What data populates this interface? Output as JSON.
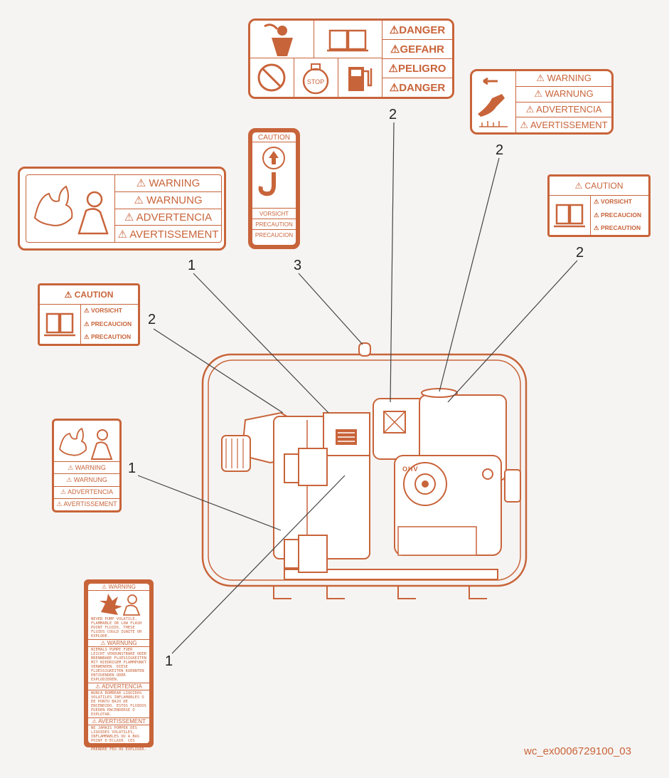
{
  "colors": {
    "accent": "#c8643a",
    "line": "#555555",
    "background": "#f6f4f2"
  },
  "callouts": {
    "c1a": "1",
    "c1b": "1",
    "c1c": "1",
    "c2a": "2",
    "c2b": "2",
    "c2c": "2",
    "c2d": "2",
    "c3": "3"
  },
  "decals": {
    "top": {
      "rows": [
        "⚠DANGER",
        "⚠GEFAHR",
        "⚠PELIGRO",
        "⚠DANGER"
      ],
      "icons": [
        "fire-hazard-icon",
        "manual-book-icon",
        "no-smoking-icon",
        "stop-icon",
        "fuel-pump-icon"
      ]
    },
    "top_right": {
      "rows": [
        "⚠ WARNING",
        "⚠ WARNUNG",
        "⚠ ADVERTENCIA",
        "⚠ AVERTISSEMENT"
      ]
    },
    "lift": {
      "header": "CAUTION",
      "rows": [
        "VORSICHT",
        "PRECAUTION",
        "PRECAUCION"
      ]
    },
    "left_warning": {
      "rows": [
        "⚠ WARNING",
        "⚠ WARNUNG",
        "⚠ ADVERTENCIA",
        "⚠ AVERTISSEMENT"
      ]
    },
    "caution_right": {
      "header": "⚠ CAUTION",
      "rows": [
        "⚠ VORSICHT",
        "⚠ PRECAUCION",
        "⚠ PRECAUTION"
      ]
    },
    "caution_left": {
      "header": "⚠ CAUTION",
      "rows": [
        "⚠ VORSICHT",
        "⚠ PRECAUCION",
        "⚠ PRECAUTION"
      ]
    },
    "small_warning": {
      "rows": [
        "⚠ WARNING",
        "⚠ WARNUNG",
        "⚠ ADVERTENCIA",
        "⚠ AVERTISSEMENT"
      ]
    },
    "tall": {
      "h1": "⚠ WARNING",
      "t1": "NEVER PUMP VOLATILE, FLAMMABLE OR LOW FLASH POINT FLUIDS. THESE FLUIDS COULD IGNITE OR EXPLODE.",
      "h2": "⚠ WARNUNG",
      "t2": "NIEMALS PUMPE FUER LEICHT VERDUNSTBARE ODER BRENNBARE FLUESSIGKEITEN MIT NIEDRIGEM FLAMMPUNKT VERWENDEN. DIESE FLUESSIGKEITEN KOENNTEN ENTZUENDEN ODER EXPLODIEREN.",
      "h3": "⚠ ADVERTENCIA",
      "t3": "NUNCA BOMBEAR LIQUIDOS VOLATILES INFLAMABLES O DE PUNTO BAJO DE ENCENDIDO. ESTOS FLUIDOS PUEDEN ENCENDERSE O EXPLOTAR.",
      "h4": "⚠ AVERTISSEMENT",
      "t4": "NE JAMAIS POMPER DES LIQUIDES VOLATILES, INFLAMMABLES OU A BAS POINT D'ECLAIR. CES LIQUIDES POURRAIENT PRENDRE FEU OU EXPLOSER."
    }
  },
  "engine": {
    "badge": "OHV"
  },
  "figure_code": "wc_ex0006729100_03"
}
